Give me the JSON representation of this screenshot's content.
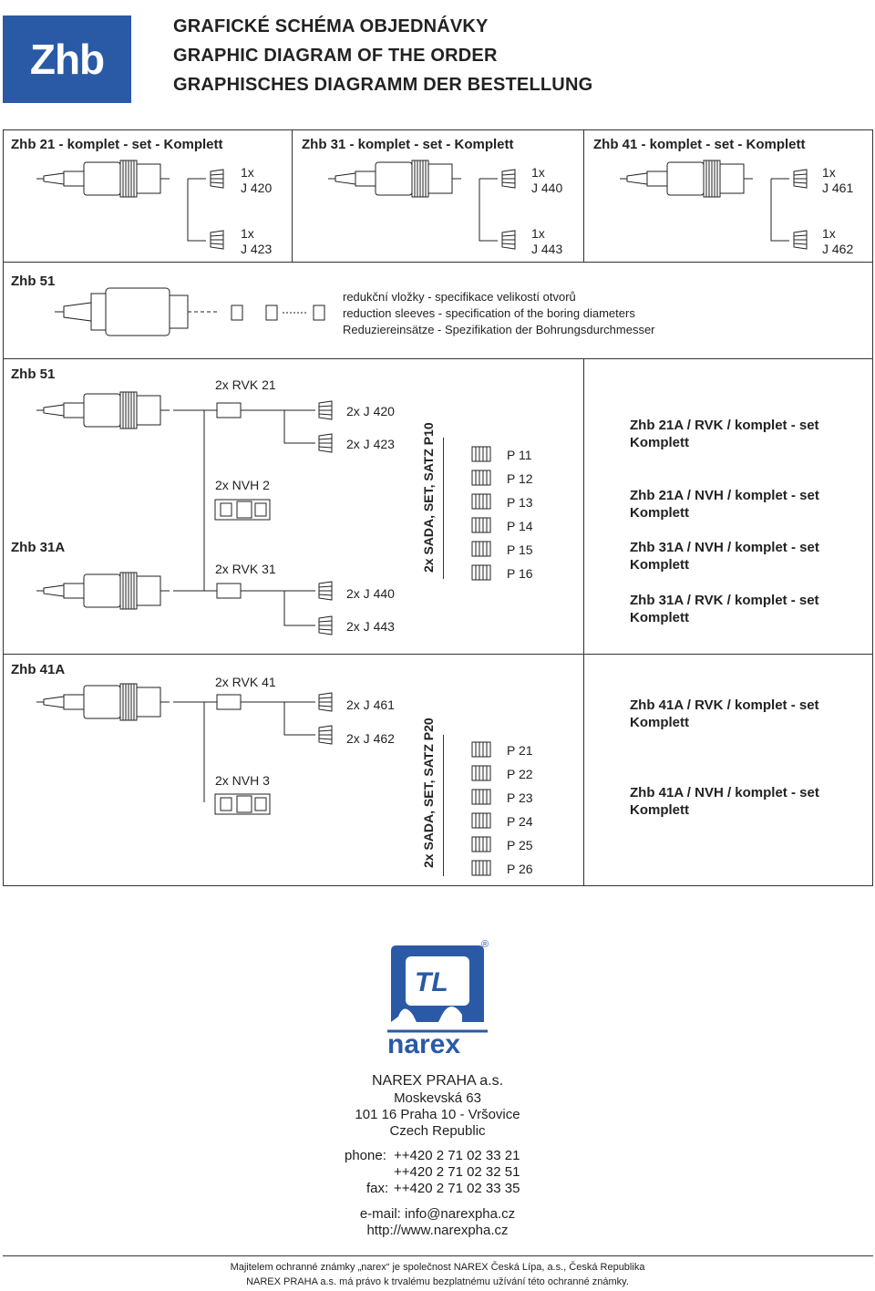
{
  "header": {
    "badge": "Zhb",
    "title_cz": "GRAFICKÉ SCHÉMA OBJEDNÁVKY",
    "title_en": "GRAPHIC DIAGRAM OF THE ORDER",
    "title_de": "GRAPHISCHES DIAGRAMM DER BESTELLUNG"
  },
  "sets": [
    {
      "title": "Zhb 21 - komplet - set - Komplett",
      "a_qty": "1x",
      "a_code": "J 420",
      "b_qty": "1x",
      "b_code": "J 423"
    },
    {
      "title": "Zhb 31 - komplet - set - Komplett",
      "a_qty": "1x",
      "a_code": "J 440",
      "b_qty": "1x",
      "b_code": "J 443"
    },
    {
      "title": "Zhb 41 - komplet - set - Komplett",
      "a_qty": "1x",
      "a_code": "J 461",
      "b_qty": "1x",
      "b_code": "J 462"
    }
  ],
  "zhb51_row": {
    "label": "Zhb 51",
    "line1": "redukční vložky - specifikace velikostí otvorů",
    "line2": "reduction sleeves - specification of the boring diameters",
    "line3": "Reduziereinsätze - Spezifikation der Bohrungsdurchmesser"
  },
  "section2": {
    "label_top": "Zhb 51",
    "label_mid": "Zhb 31A",
    "rvk21": "2x RVK 21",
    "nvh2": "2x NVH 2",
    "rvk31": "2x RVK 31",
    "j420": "2x J 420",
    "j423": "2x J 423",
    "j440": "2x J 440",
    "j443": "2x J 443",
    "set_label": "2x SADA, SET, SATZ P10",
    "p_items": [
      "P 11",
      "P 12",
      "P 13",
      "P 14",
      "P 15",
      "P 16"
    ],
    "kits": [
      {
        "line1": "Zhb 21A / RVK / komplet - set",
        "line2": "Komplett"
      },
      {
        "line1": "Zhb 21A / NVH / komplet - set",
        "line2": "Komplett"
      },
      {
        "line1": "Zhb 31A / NVH / komplet - set",
        "line2": "Komplett"
      },
      {
        "line1": "Zhb 31A / RVK / komplet - set",
        "line2": "Komplett"
      }
    ]
  },
  "section3": {
    "label": "Zhb 41A",
    "rvk41": "2x RVK 41",
    "nvh3": "2x NVH 3",
    "j461": "2x J 461",
    "j462": "2x J 462",
    "set_label": "2x SADA, SET, SATZ P20",
    "p_items": [
      "P 21",
      "P 22",
      "P 23",
      "P 24",
      "P 25",
      "P 26"
    ],
    "kits": [
      {
        "line1": "Zhb 41A / RVK / komplet - set",
        "line2": "Komplett"
      },
      {
        "line1": "Zhb 41A / NVH / komplet - set",
        "line2": "Komplett"
      }
    ]
  },
  "company": {
    "logo_text": "narex",
    "registered": "®",
    "name": "NAREX PRAHA a.s.",
    "street": "Moskevská 63",
    "city": "101 16 Praha 10 - Vršovice",
    "country": "Czech Republic",
    "phone_label": "phone:",
    "phone1": "++420 2 71 02 33 21",
    "phone2": "++420 2 71 02 32 51",
    "fax_label": "fax:",
    "fax": "++420 2 71 02 33 35",
    "email": "e-mail: info@narexpha.cz",
    "web": "http://www.narexpha.cz"
  },
  "footer": {
    "line1": "Majitelem ochranné známky „narex“ je společnost NAREX Česká Lípa, a.s., Česká Republika",
    "line2": "NAREX PRAHA a.s. má právo k trvalému bezplatnému užívání této ochranné známky."
  },
  "colors": {
    "brand_blue": "#2a5aa6"
  }
}
